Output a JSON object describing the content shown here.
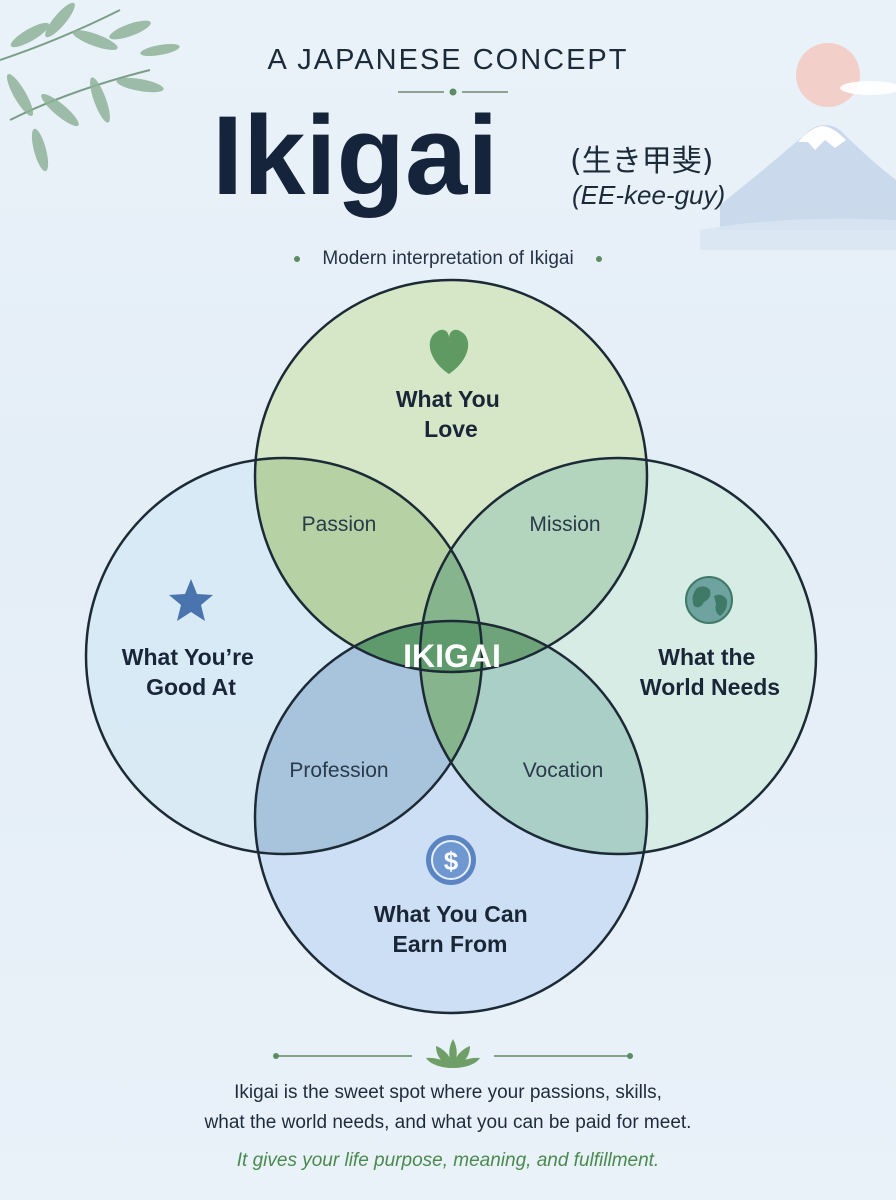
{
  "header": {
    "kicker": "A JAPANESE CONCEPT",
    "title": "Ikigai",
    "kanji": "(生き甲斐)",
    "pronunciation": "(EE-kee-guy)",
    "subtitle": "Modern interpretation of Ikigai"
  },
  "diagram": {
    "circles": [
      {
        "id": "love",
        "line1": "What You",
        "line2": "Love",
        "icon": "heart-icon",
        "color": "#cfe3bd"
      },
      {
        "id": "good",
        "line1": "What You’re",
        "line2": "Good At",
        "icon": "star-icon",
        "color": "#d6e9f5"
      },
      {
        "id": "needs",
        "line1": "What the",
        "line2": "World Needs",
        "icon": "globe-icon",
        "color": "#d3ebe2"
      },
      {
        "id": "earn",
        "line1": "What You Can",
        "line2": "Earn From",
        "icon": "dollar-coin-icon",
        "color": "#c8dcf3"
      }
    ],
    "overlaps": {
      "passion": "Passion",
      "mission": "Mission",
      "profession": "Profession",
      "vocation": "Vocation"
    },
    "center": "IKIGAI",
    "colors": {
      "outline": "#1c2a36",
      "center": "#5f9a6c",
      "accent_green": "#5b8c63",
      "coin": "#4f76b6"
    }
  },
  "footer": {
    "description_line1": "Ikigai is the sweet spot where your passions, skills,",
    "description_line2": "what the world needs, and what you can be paid for meet.",
    "tagline": "It gives your life purpose, meaning, and fulfillment."
  }
}
